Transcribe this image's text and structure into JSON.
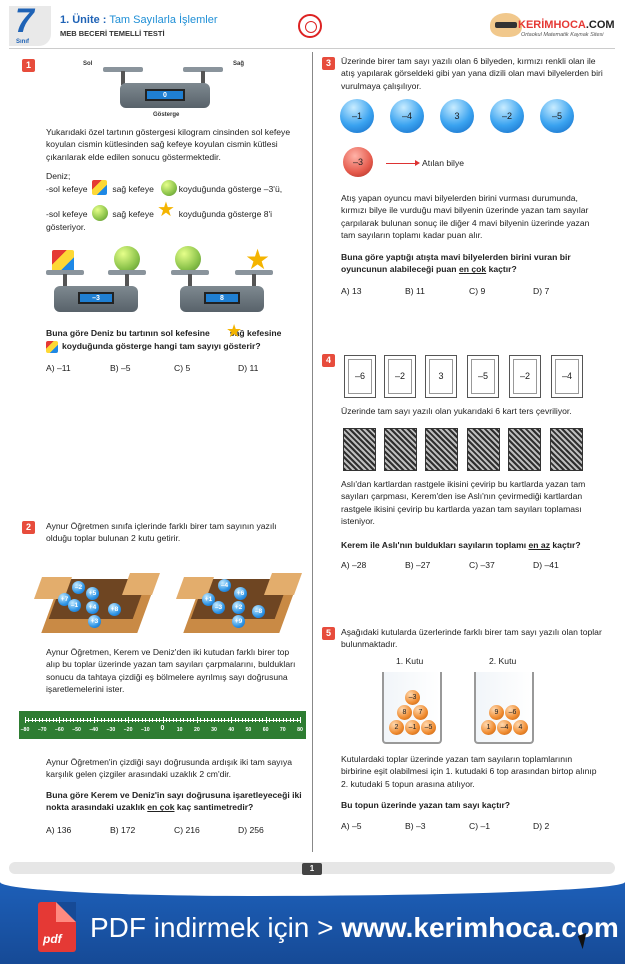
{
  "header": {
    "grade": "7",
    "grade_label": "Sınıf",
    "unit_no": "1. Ünite :",
    "unit_title": "Tam Sayılarla İşlemler",
    "subtitle": "MEB BECERİ TEMELLİ TESTİ",
    "brand_a": "KERİM",
    "brand_b": "HOCA",
    "brand_c": ".COM",
    "brand_sub": "Ortaokul Matematik Kaynak Sitesi"
  },
  "q1": {
    "num": "1",
    "scale_left": "Sol",
    "scale_right": "Sağ",
    "scale_value": "0",
    "scale_label": "Gösterge",
    "p1": "Yukarıdaki özel tartının göstergesi kilogram cinsinden sol kefeye koyulan cismin kütlesinden sağ kefeye koyulan cismin kütlesi çıkarılarak elde edilen sonucu göstermektedir.",
    "deniz": "Deniz;",
    "l1a": "-sol kefeye",
    "l1b": "sağ kefeye",
    "l1c": "koyduğunda gösterge –3'ü,",
    "l2a": "-sol kefeye",
    "l2b": "sağ kefeye",
    "l2c": "koyduğunda gösterge 8'i",
    "l2d": "gösteriyor.",
    "scale2_value": "–3",
    "scale3_value": "8",
    "question_a": "Buna göre Deniz bu tartının sol kefesine",
    "question_b": "sağ kefesine",
    "question_c": "koyduğunda gösterge hangi tam sayıyı gösterir?",
    "options": [
      "A)  –11",
      "B)  –5",
      "C)  5",
      "D)  11"
    ]
  },
  "q2": {
    "num": "2",
    "p1": "Aynur Öğretmen sınıfa içlerinde farklı birer tam sayının yazılı olduğu toplar bulunan 2 kutu getirir.",
    "box1": [
      "+7",
      "–2",
      "+5",
      "–1",
      "+4",
      "+8",
      "+3"
    ],
    "box2": [
      "–4",
      "+1",
      "+6",
      "–3",
      "+2",
      "–8",
      "+9"
    ],
    "p2": "Aynur Öğretmen, Kerem ve Deniz'den iki kutudan farklı birer top alıp bu toplar üzerinde yazan tam sayıları çarpmalarını, buldukları sonucu da tahtaya çizdiği eş bölmelere ayrılmış sayı doğrusuna işaretlemelerini ister.",
    "numline": [
      "–80",
      "–70",
      "–60",
      "–50",
      "–40",
      "–30",
      "–20",
      "–10",
      "0",
      "10",
      "20",
      "30",
      "40",
      "50",
      "60",
      "70",
      "80"
    ],
    "p3": "Aynur Öğretmen'in çizdiği sayı doğrusunda ardışık iki tam sayıya karşılık gelen çizgiler arasındaki uzaklık 2 cm'dir.",
    "question_a": "Buna göre Kerem ve Deniz'in sayı doğrusuna işaretleyeceği iki nokta arasındaki uzaklık",
    "question_u": "en çok",
    "question_b": "kaç santimetredir?",
    "options": [
      "A)  136",
      "B)  172",
      "C)  216",
      "D)  256"
    ]
  },
  "q3": {
    "num": "3",
    "p1": "Üzerinde birer tam sayı yazılı olan 6 bilyeden, kırmızı renkli olan ile atış yapılarak görseldeki gibi yan yana dizili olan mavi bilyelerden biri vurulmaya çalışılıyor.",
    "blue": [
      "–1",
      "–4",
      "3",
      "–2",
      "–5"
    ],
    "red": "–3",
    "red_label": "Atılan bilye",
    "p2": "Atış yapan oyuncu mavi bilyelerden birini vurması durumunda, kırmızı bilye ile vurduğu mavi bilyenin üzerinde yazan tam sayılar çarpılarak bulunan sonuç ile diğer 4 mavi bilyenin üzerinde yazan tam sayıların toplamı kadar puan alır.",
    "question_a": "Buna göre yaptığı atışta mavi bilyelerden birini vuran bir oyuncunun alabileceği puan",
    "question_u": "en çok",
    "question_b": "kaçtır?",
    "options": [
      "A)  13",
      "B)  11",
      "C)  9",
      "D)  7"
    ]
  },
  "q4": {
    "num": "4",
    "cards": [
      "–6",
      "–2",
      "3",
      "–5",
      "–2",
      "–4"
    ],
    "p1": "Üzerinde tam sayı yazılı olan yukarıdaki 6 kart ters çevriliyor.",
    "p2": "Aslı'dan kartlardan rastgele ikisini çevirip bu kartlarda yazan tam sayıları çarpması, Kerem'den ise Aslı'nın çevirmediği kartlardan rastgele ikisini çevirip bu kartlarda yazan tam sayıları toplaması isteniyor.",
    "question_a": "Kerem ile Aslı'nın buldukları sayıların toplamı",
    "question_u": "en az",
    "question_b": "kaçtır?",
    "options": [
      "A)  –28",
      "B)  –27",
      "C)  –37",
      "D)  –41"
    ]
  },
  "q5": {
    "num": "5",
    "p1": "Aşağıdaki kutularda üzerlerinde farklı birer tam sayı yazılı olan toplar bulunmaktadır.",
    "box1_label": "1. Kutu",
    "box2_label": "2. Kutu",
    "box1": [
      "–3",
      "8",
      "7",
      "2",
      "–1",
      "–5"
    ],
    "box2": [
      "9",
      "–6",
      "1",
      "–4",
      "4"
    ],
    "p2": "Kutulardaki toplar üzerinde yazan tam sayıların toplamlarının birbirine eşit olabilmesi için 1. kutudaki 6 top arasından birtop alınıp 2. kutudaki 5 topun arasına atılıyor.",
    "question": "Bu topun üzerinde yazan tam sayı kaçtır?",
    "options": [
      "A)  –5",
      "B)  –3",
      "C)  –1",
      "D)  2"
    ]
  },
  "footer": {
    "page": "1",
    "banner_a": "PDF indirmek için > ",
    "banner_b": "www.kerimhoca.com",
    "pdf_label": "pdf"
  },
  "colors": {
    "accent_red": "#e74c3c",
    "accent_blue": "#1f63b6",
    "banner": "#1d5fb8"
  }
}
